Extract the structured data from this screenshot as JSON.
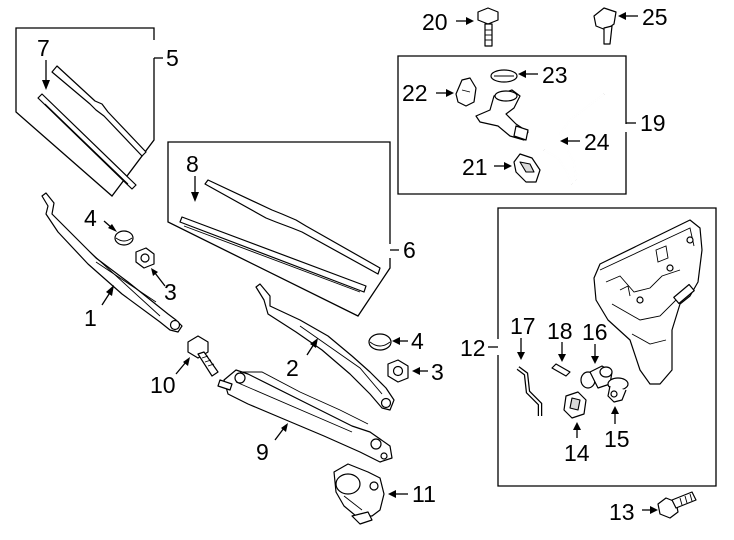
{
  "labels": {
    "l1": "1",
    "l2": "2",
    "l3a": "3",
    "l3b": "3",
    "l4a": "4",
    "l4b": "4",
    "l5": "5",
    "l6": "6",
    "l7": "7",
    "l8": "8",
    "l9": "9",
    "l10": "10",
    "l11": "11",
    "l12": "12",
    "l13": "13",
    "l14": "14",
    "l15": "15",
    "l16": "16",
    "l17": "17",
    "l18": "18",
    "l19": "19",
    "l20": "20",
    "l21": "21",
    "l22": "22",
    "l23": "23",
    "l24": "24",
    "l25": "25"
  },
  "parts": {
    "wiper_arm_left": "wiper-arm",
    "wiper_arm_right": "wiper-arm",
    "blade_assembly_left": "wiper-blade",
    "blade_assembly_right": "wiper-blade",
    "linkage": "wiper-linkage",
    "motor": "wiper-motor",
    "reservoir": "washer-reservoir",
    "nozzle": "washer-nozzle"
  }
}
